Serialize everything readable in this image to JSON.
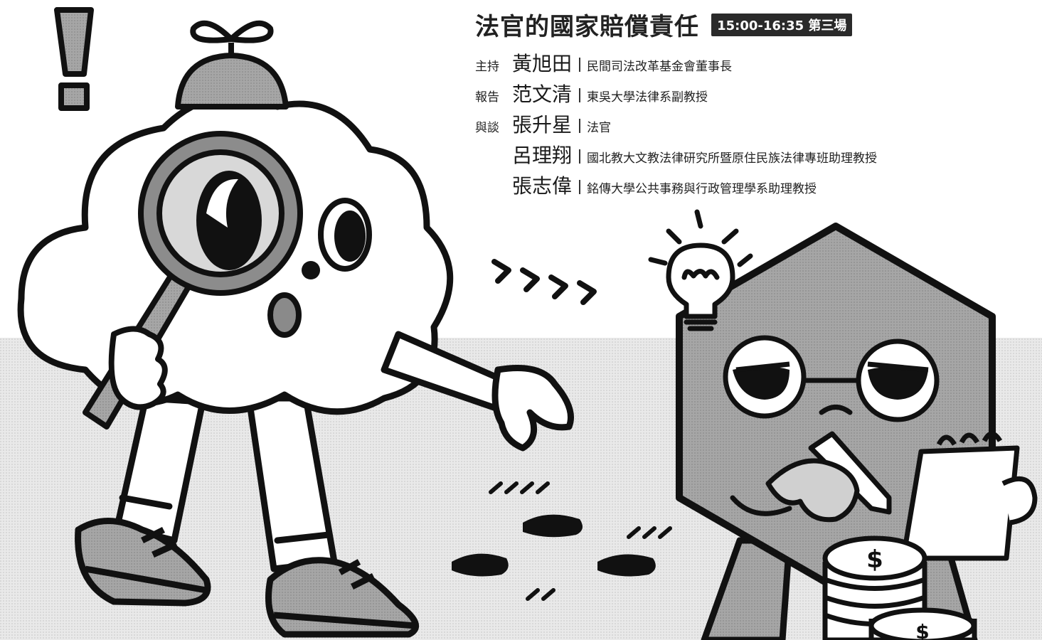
{
  "session": {
    "title": "法官的國家賠償責任",
    "time_badge": "15:00-16:35 第三場"
  },
  "participants": [
    {
      "role": "主持",
      "name": "黃旭田",
      "affiliation": "民間司法改革基金會董事長"
    },
    {
      "role": "報告",
      "name": "范文清",
      "affiliation": "東吳大學法律系副教授"
    },
    {
      "role": "與談",
      "name": "張升星",
      "affiliation": "法官"
    },
    {
      "role": "",
      "name": "呂理翔",
      "affiliation": "國北教大文教法律研究所暨原住民族法律專班助理教授"
    },
    {
      "role": "",
      "name": "張志偉",
      "affiliation": "銘傳大學公共事務與行政管理學系助理教授"
    }
  ],
  "illustration": {
    "coin_symbol": "$",
    "icons": [
      "exclamation-icon",
      "magnifying-glass-icon",
      "lightbulb-icon",
      "notepad-icon",
      "pencil-icon",
      "coin-stack-icon"
    ]
  },
  "colors": {
    "ink": "#111111",
    "gray_fill": "#a9a9a9",
    "light_gray": "#cfcfcf",
    "ground": "#e6e6e6",
    "badge": "#2a2a2a"
  }
}
